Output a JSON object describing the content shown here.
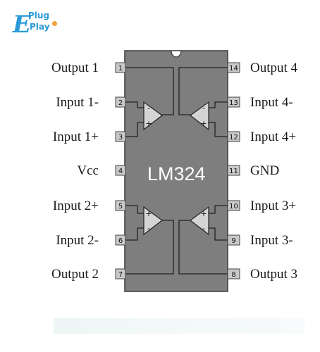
{
  "logo": {
    "letter": "E",
    "line1": "Plug",
    "line2": "Play"
  },
  "chip": {
    "name": "LM324"
  },
  "left_pins": [
    {
      "number": "1",
      "label": "Output 1"
    },
    {
      "number": "2",
      "label": "Input 1-"
    },
    {
      "number": "3",
      "label": "Input 1+"
    },
    {
      "number": "4",
      "label": "Vcc"
    },
    {
      "number": "5",
      "label": "Input 2+"
    },
    {
      "number": "6",
      "label": "Input 2-"
    },
    {
      "number": "7",
      "label": "Output 2"
    }
  ],
  "right_pins": [
    {
      "number": "14",
      "label": "Output 4"
    },
    {
      "number": "13",
      "label": "Input 4-"
    },
    {
      "number": "12",
      "label": "Input 4+"
    },
    {
      "number": "11",
      "label": "GND"
    },
    {
      "number": "10",
      "label": "Input 3+"
    },
    {
      "number": "9",
      "label": "Input 3-"
    },
    {
      "number": "8",
      "label": "Output 3"
    }
  ],
  "amp_signs": {
    "minus": "-",
    "plus": "+"
  },
  "colors": {
    "chip_body": "#7e7e7e",
    "pin": "#c9c9c9",
    "amp": "#d4d4d4",
    "logo": "#2a9ad8"
  }
}
